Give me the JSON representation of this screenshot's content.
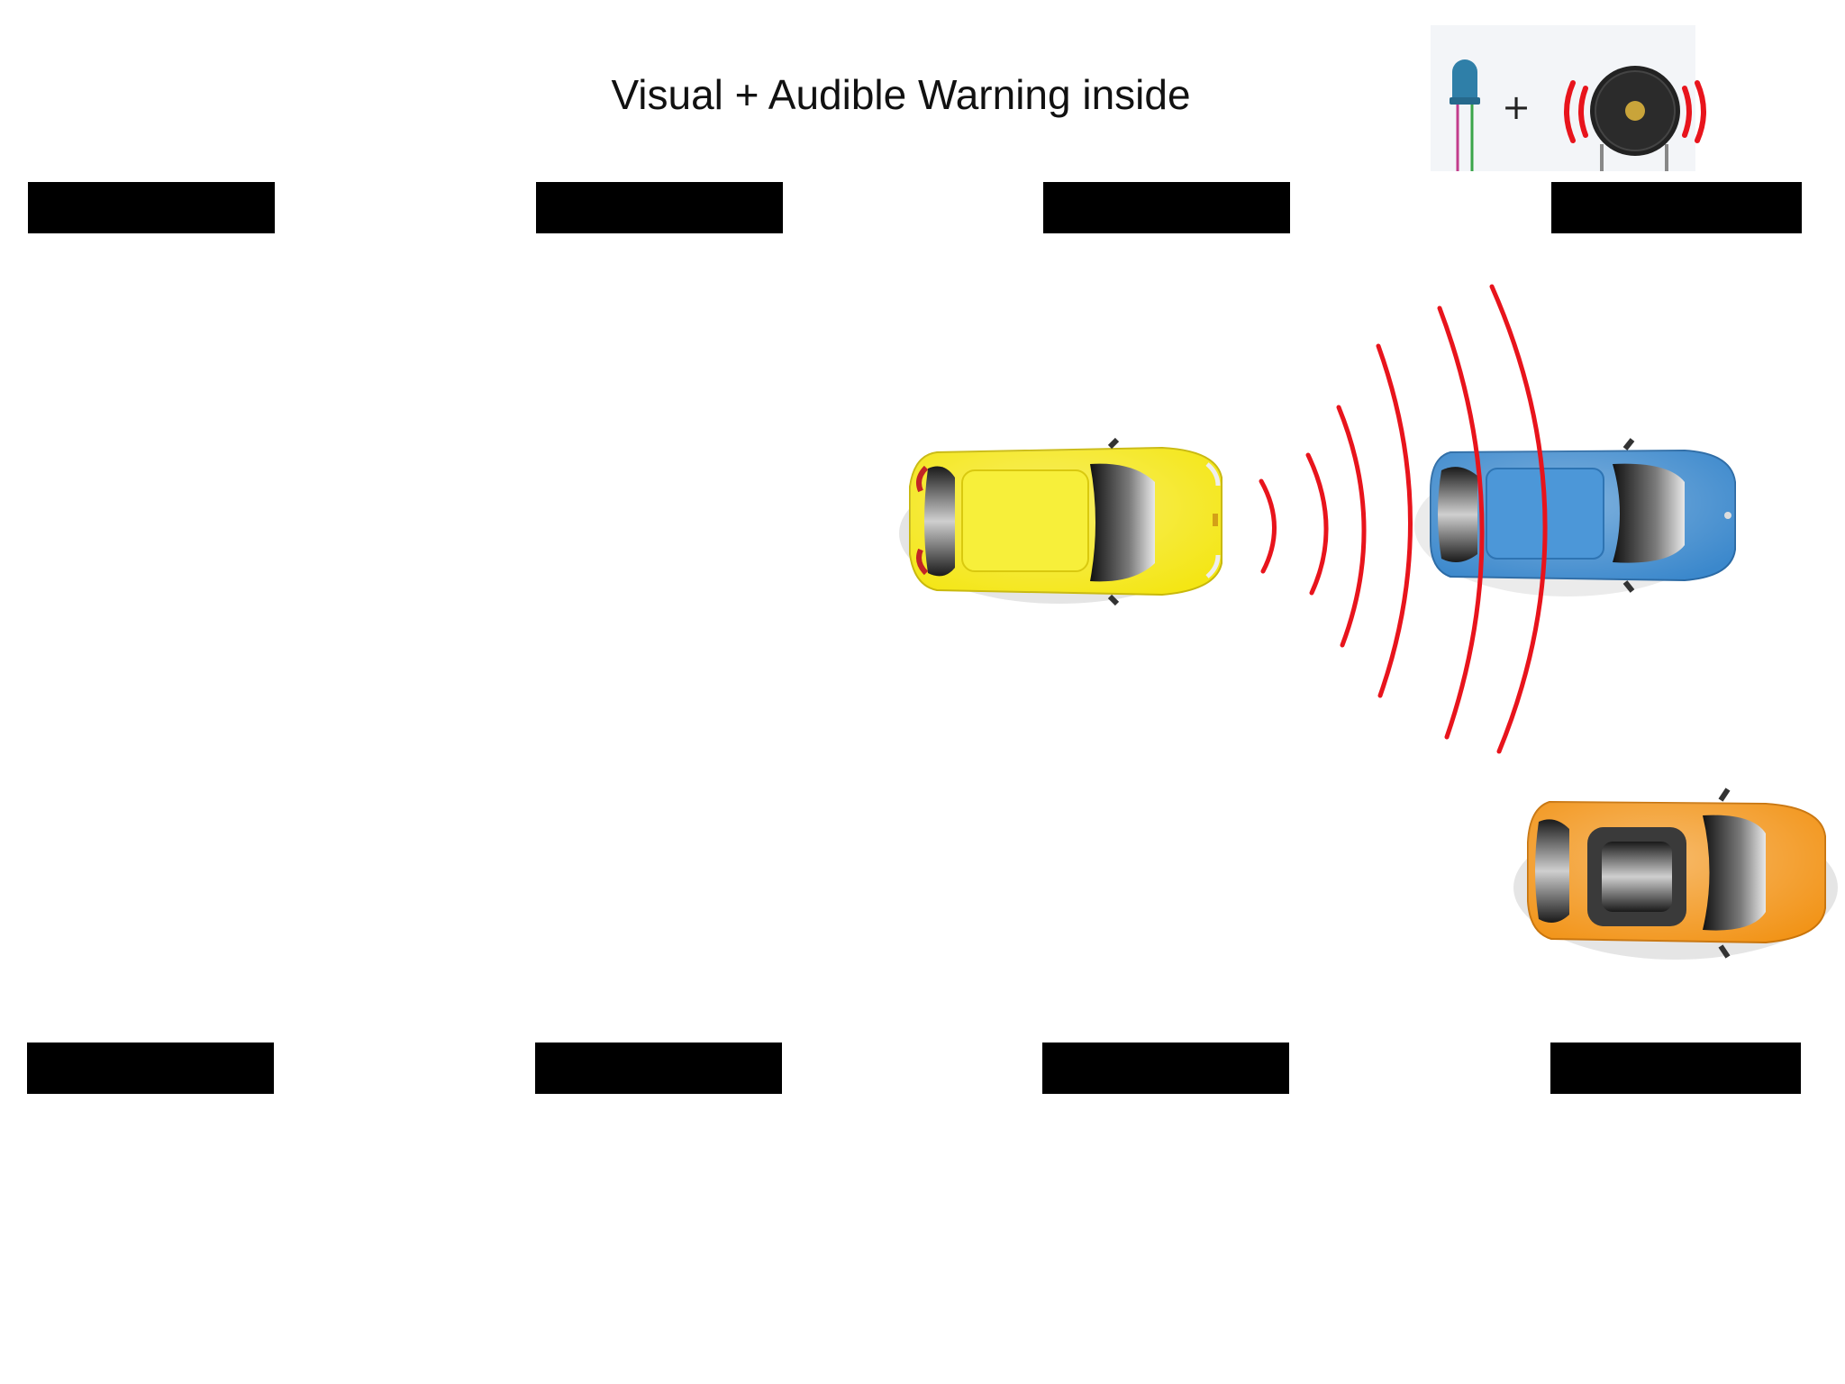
{
  "title": "Visual + Audible Warning inside",
  "legend": {
    "plus_sign": "+",
    "led_icon": "led-icon",
    "buzzer_icon": "buzzer-icon"
  },
  "lane_markings": {
    "top_row": 4,
    "bottom_row": 4,
    "color": "#000000"
  },
  "vehicles": [
    {
      "name": "yellow-car",
      "color": "#f4e614",
      "role": "host vehicle"
    },
    {
      "name": "blue-car",
      "color": "#3b88cc",
      "role": "vehicle ahead"
    },
    {
      "name": "orange-car",
      "color": "#f29418",
      "role": "adjacent lane vehicle"
    }
  ],
  "warning_waves": {
    "count": 6,
    "color": "#e8141c"
  }
}
